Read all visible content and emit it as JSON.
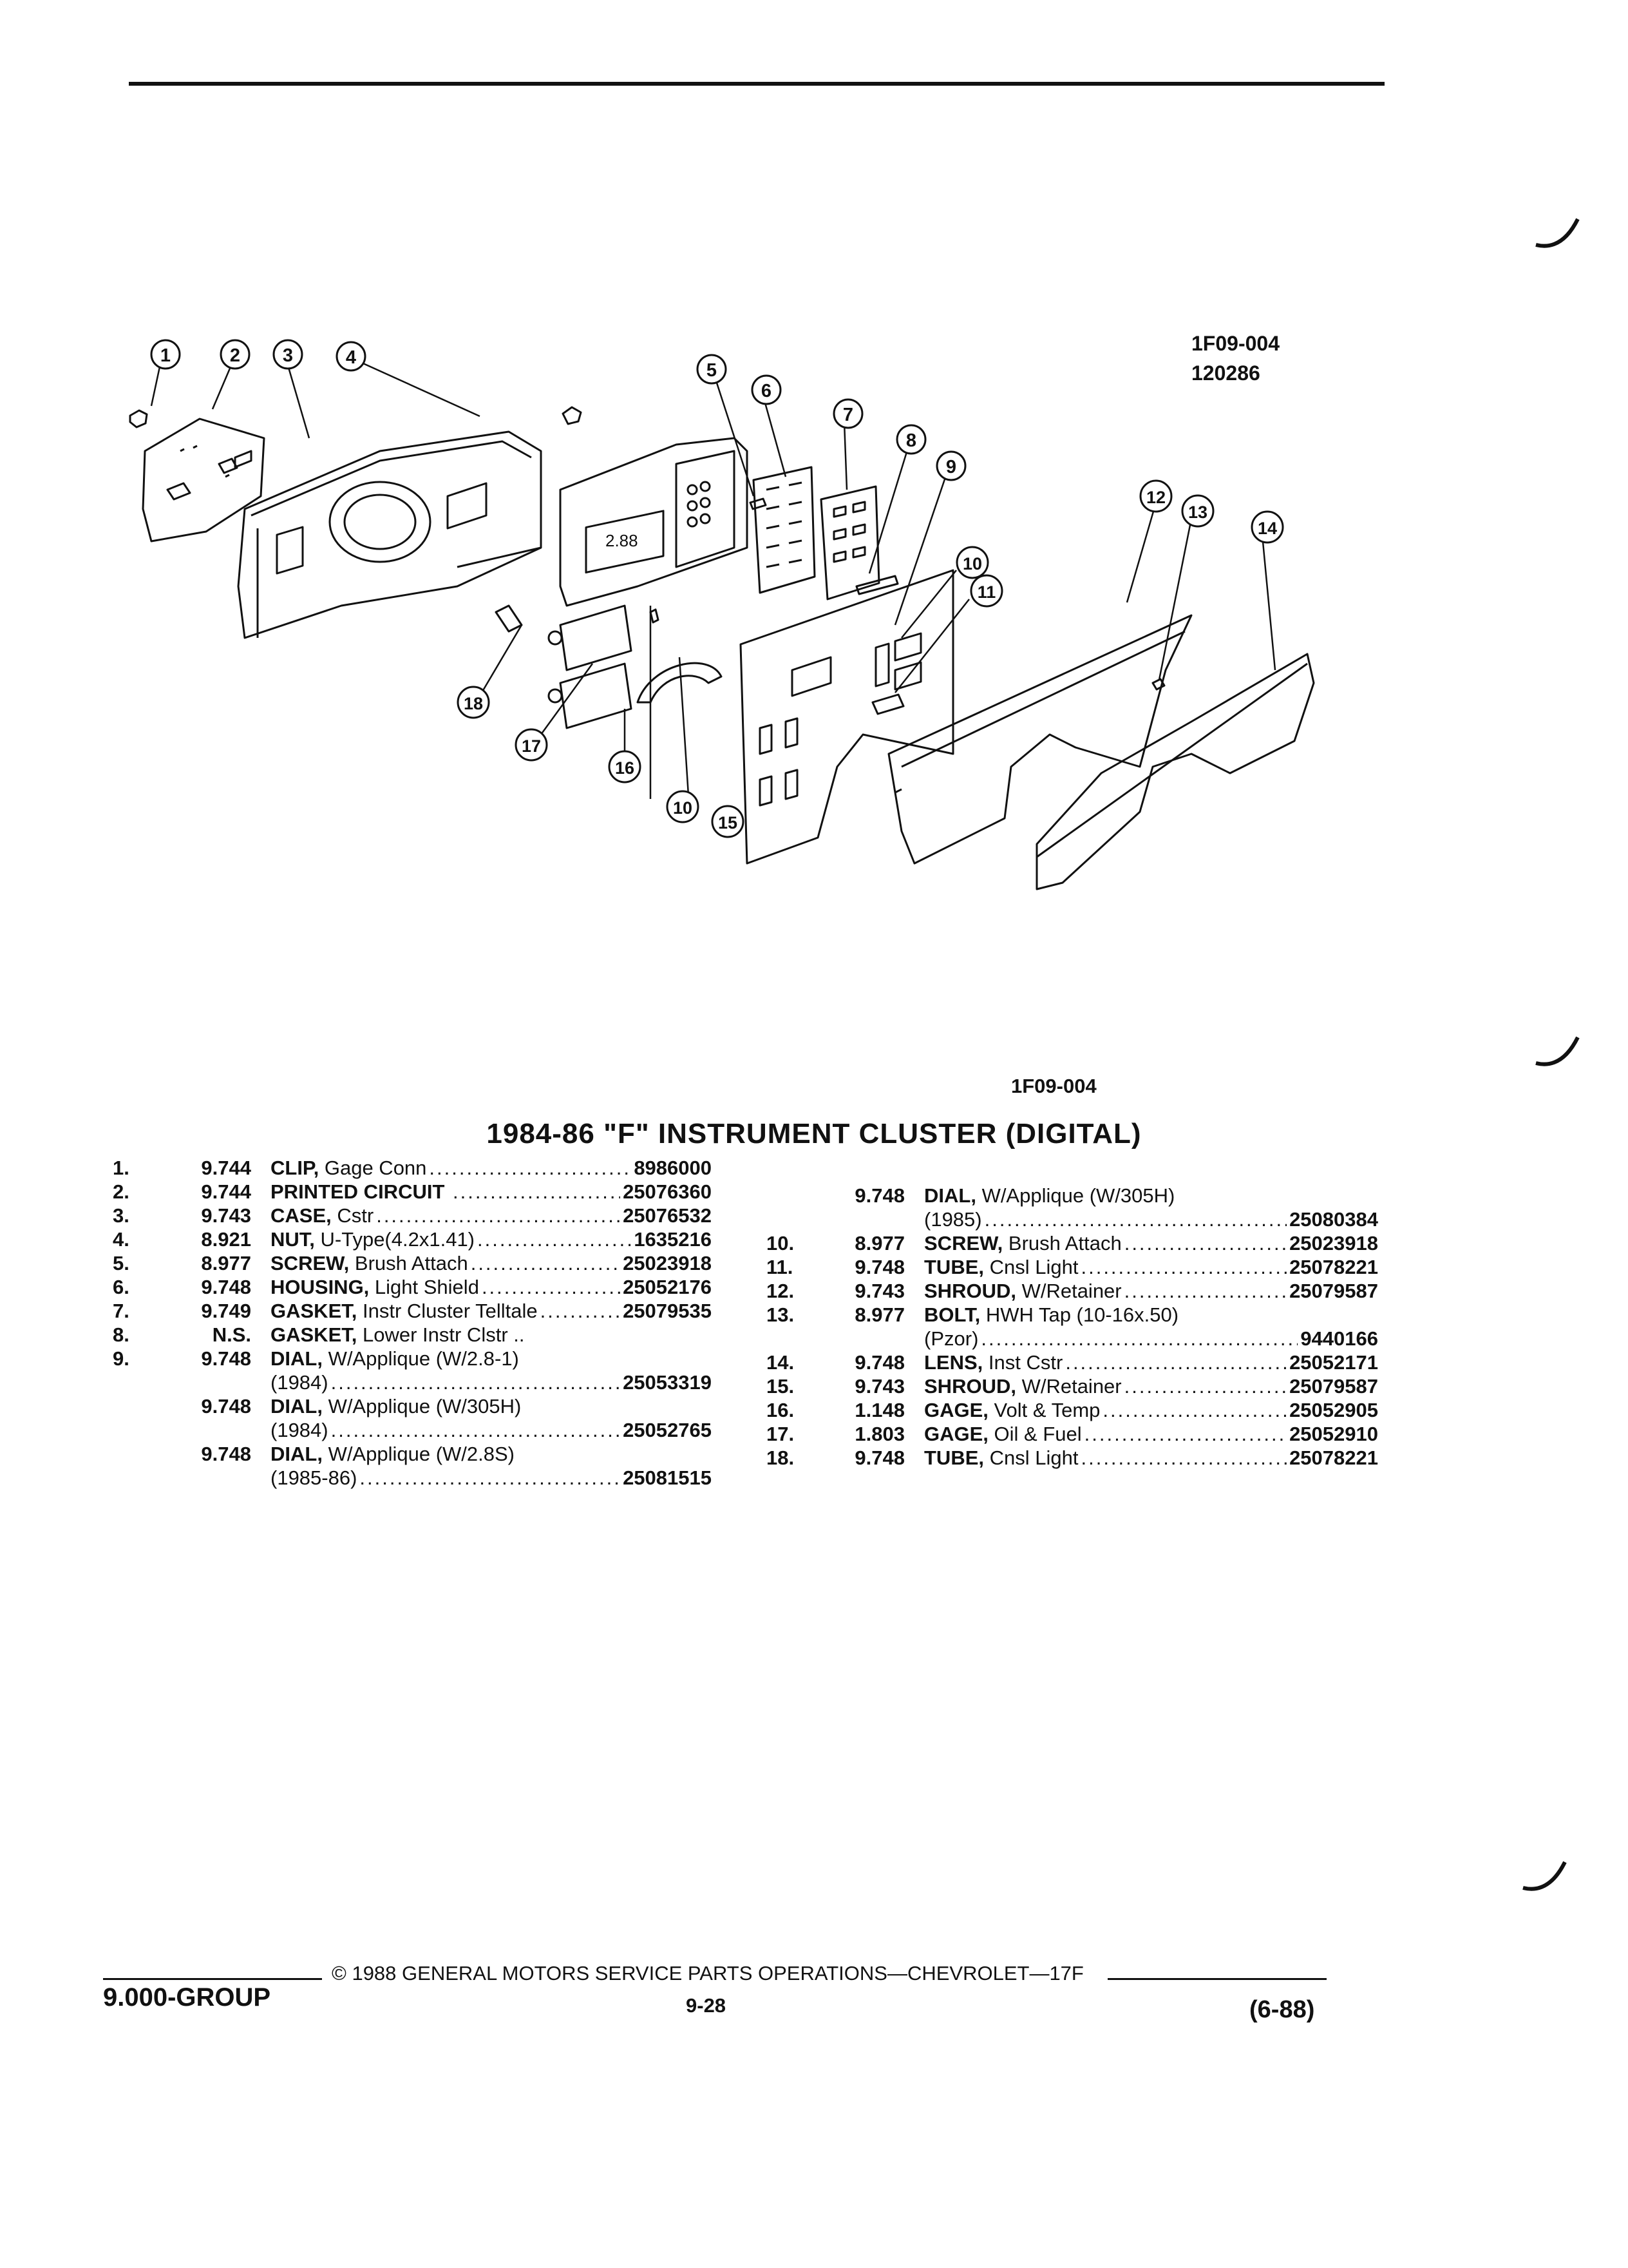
{
  "figure": {
    "id_top": "1F09-004",
    "id_date": "120286",
    "id_bottom": "1F09-004"
  },
  "title": "1984-86 \"F\" INSTRUMENT CLUSTER (DIGITAL)",
  "callouts": [
    "1",
    "2",
    "3",
    "4",
    "5",
    "6",
    "7",
    "8",
    "9",
    "10",
    "11",
    "12",
    "13",
    "14",
    "18",
    "17",
    "16",
    "10",
    "15"
  ],
  "display_reading": "2.88",
  "parts_left": [
    {
      "num": "1.",
      "group": "9.744",
      "name": "CLIP,",
      "detail": "Gage Conn",
      "pn": "8986000"
    },
    {
      "num": "2.",
      "group": "9.744",
      "name": "PRINTED CIRCUIT",
      "detail": "",
      "pn": "25076360"
    },
    {
      "num": "3.",
      "group": "9.743",
      "name": "CASE,",
      "detail": "Cstr",
      "pn": "25076532"
    },
    {
      "num": "4.",
      "group": "8.921",
      "name": "NUT,",
      "detail": "U-Type(4.2x1.41)",
      "pn": "1635216"
    },
    {
      "num": "5.",
      "group": "8.977",
      "name": "SCREW,",
      "detail": "Brush Attach",
      "pn": "25023918"
    },
    {
      "num": "6.",
      "group": "9.748",
      "name": "HOUSING,",
      "detail": "Light Shield",
      "pn": "25052176"
    },
    {
      "num": "7.",
      "group": "9.749",
      "name": "GASKET,",
      "detail": "Instr Cluster Telltale",
      "pn": "25079535"
    },
    {
      "num": "8.",
      "group": "N.S.",
      "name": "GASKET,",
      "detail": "Lower Instr Clstr ..",
      "pn": ""
    },
    {
      "num": "9.",
      "group": "9.748",
      "name": "DIAL,",
      "detail": "W/Applique (W/2.8-1)",
      "sub": "(1984)",
      "pn": "25053319"
    },
    {
      "num": "",
      "group": "9.748",
      "name": "DIAL,",
      "detail": "W/Applique (W/305H)",
      "sub": "(1984)",
      "pn": "25052765"
    },
    {
      "num": "",
      "group": "9.748",
      "name": "DIAL,",
      "detail": "W/Applique (W/2.8S)",
      "sub": "(1985-86)",
      "pn": "25081515"
    }
  ],
  "parts_right": [
    {
      "num": "",
      "group": "9.748",
      "name": "DIAL,",
      "detail": "W/Applique (W/305H)",
      "sub": "(1985)",
      "pn": "25080384"
    },
    {
      "num": "10.",
      "group": "8.977",
      "name": "SCREW,",
      "detail": "Brush Attach",
      "pn": "25023918"
    },
    {
      "num": "11.",
      "group": "9.748",
      "name": "TUBE,",
      "detail": "Cnsl Light",
      "pn": "25078221"
    },
    {
      "num": "12.",
      "group": "9.743",
      "name": "SHROUD,",
      "detail": "W/Retainer",
      "pn": "25079587"
    },
    {
      "num": "13.",
      "group": "8.977",
      "name": "BOLT,",
      "detail": "HWH Tap (10-16x.50)",
      "sub": "(Pzor)",
      "pn": "9440166"
    },
    {
      "num": "14.",
      "group": "9.748",
      "name": "LENS,",
      "detail": "Inst Cstr",
      "pn": "25052171"
    },
    {
      "num": "15.",
      "group": "9.743",
      "name": "SHROUD,",
      "detail": "W/Retainer",
      "pn": "25079587"
    },
    {
      "num": "16.",
      "group": "1.148",
      "name": "GAGE,",
      "detail": "Volt & Temp",
      "pn": "25052905"
    },
    {
      "num": "17.",
      "group": "1.803",
      "name": "GAGE,",
      "detail": "Oil & Fuel",
      "pn": "25052910"
    },
    {
      "num": "18.",
      "group": "9.748",
      "name": "TUBE,",
      "detail": "Cnsl Light",
      "pn": "25078221"
    }
  ],
  "footer": {
    "group": "9.000-GROUP",
    "copyright": "© 1988 GENERAL MOTORS SERVICE PARTS OPERATIONS—CHEVROLET—17F",
    "page": "9-28",
    "date": "(6-88)"
  }
}
